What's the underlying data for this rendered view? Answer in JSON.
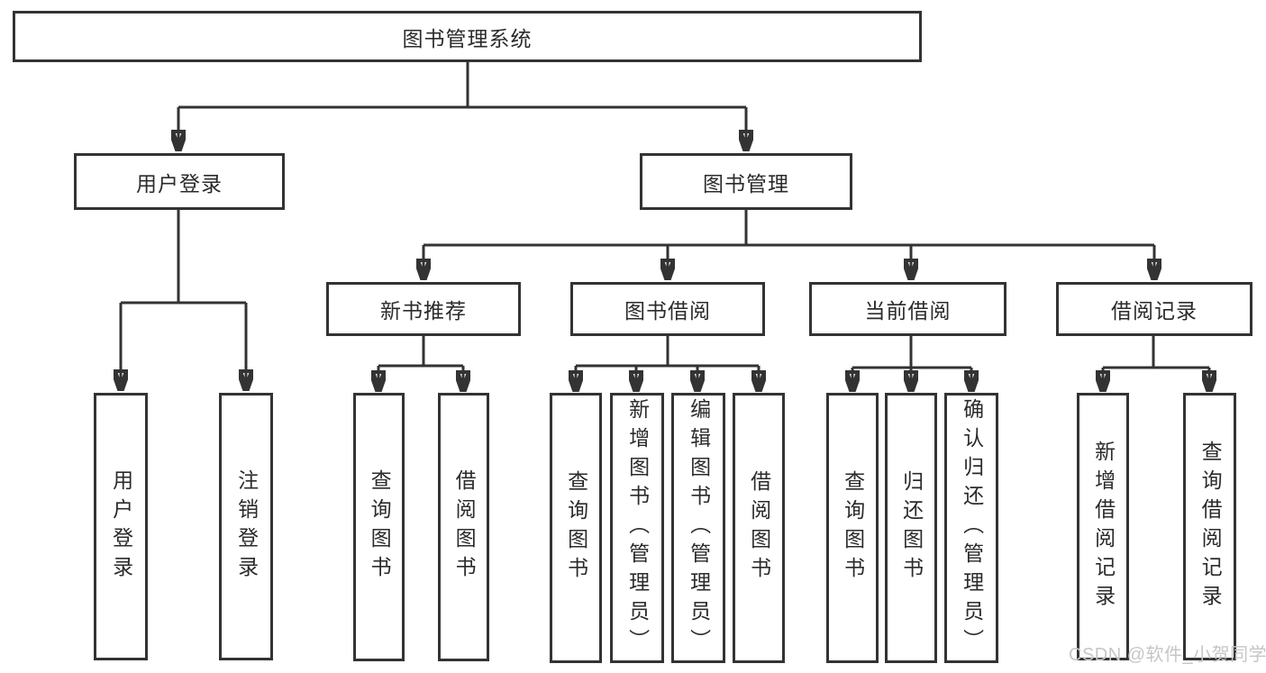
{
  "diagram": {
    "type": "hierarchy-tree",
    "root": {
      "label": "图书管理系统",
      "children": [
        {
          "label": "用户登录",
          "children": [
            {
              "label": "用户登录"
            },
            {
              "label": "注销登录"
            }
          ]
        },
        {
          "label": "图书管理",
          "children": [
            {
              "label": "新书推荐",
              "children": [
                {
                  "label": "查询图书"
                },
                {
                  "label": "借阅图书"
                }
              ]
            },
            {
              "label": "图书借阅",
              "children": [
                {
                  "label": "查询图书"
                },
                {
                  "label": "新增图书（管理员）"
                },
                {
                  "label": "编辑图书（管理员）"
                },
                {
                  "label": "借阅图书"
                }
              ]
            },
            {
              "label": "当前借阅",
              "children": [
                {
                  "label": "查询图书"
                },
                {
                  "label": "归还图书"
                },
                {
                  "label": "确认归还（管理员）"
                }
              ]
            },
            {
              "label": "借阅记录",
              "children": [
                {
                  "label": "新增借阅记录"
                },
                {
                  "label": "查询借阅记录"
                }
              ]
            }
          ]
        }
      ]
    }
  },
  "watermark": "CSDN @软件_小贺同学",
  "colors": {
    "line": "#333333",
    "text": "#2b2b2b",
    "watermark": "#c6c6c6",
    "background": "#ffffff"
  }
}
